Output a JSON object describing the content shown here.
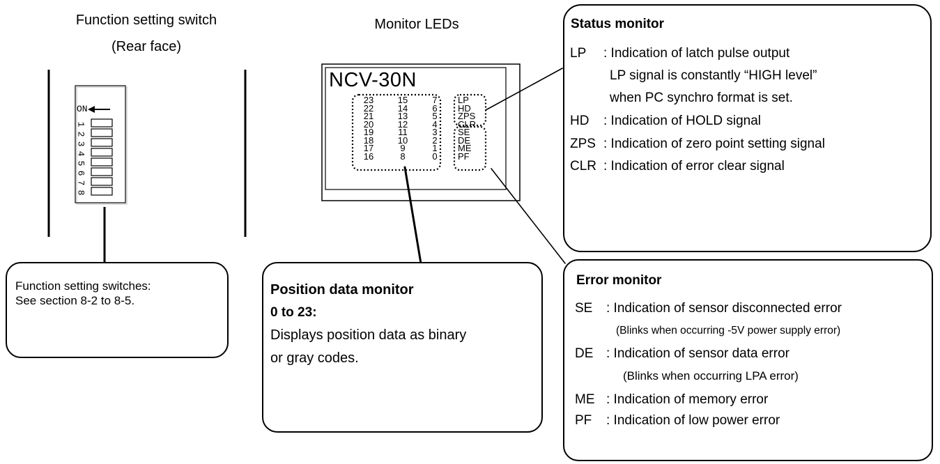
{
  "switch_panel": {
    "title_line1": "Function setting switch",
    "title_line2": "(Rear face)",
    "on_label": "ON",
    "numbers": [
      "1",
      "2",
      "3",
      "4",
      "5",
      "6",
      "7",
      "8"
    ]
  },
  "led_panel": {
    "title": "Monitor LEDs",
    "model": "NCV-30N",
    "col1": [
      "23",
      "22",
      "21",
      "20",
      "19",
      "18",
      "17",
      "16"
    ],
    "col2": [
      "15",
      "14",
      "13",
      "12",
      "11",
      "10",
      "9",
      "8"
    ],
    "col3": [
      "7",
      "6",
      "5",
      "4",
      "3",
      "2",
      "1",
      "0"
    ],
    "status_leds": [
      "LP",
      "HD",
      "ZPS",
      "CLR"
    ],
    "error_leds": [
      "SE",
      "DE",
      "ME",
      "PF"
    ]
  },
  "switch_callout": {
    "line1": "Function setting switches:",
    "line2": "See section 8-2 to 8-5."
  },
  "position_callout": {
    "heading": "Position data monitor",
    "range": "0 to 23:",
    "line1": "Displays position data as binary",
    "line2": "or gray codes."
  },
  "status_callout": {
    "heading": "Status monitor",
    "items": [
      {
        "code": "LP",
        "text": ": Indication of latch pulse output"
      },
      {
        "code": "",
        "text": "LP signal is constantly “HIGH level”"
      },
      {
        "code": "",
        "text": "when PC synchro format is set."
      },
      {
        "code": "HD",
        "text": ": Indication of HOLD signal"
      },
      {
        "code": "ZPS",
        "text": ": Indication of zero point setting signal"
      },
      {
        "code": "CLR",
        "text": ": Indication of error clear signal"
      }
    ]
  },
  "error_callout": {
    "heading": "Error monitor",
    "items": [
      {
        "code": "SE",
        "text": ": Indication of sensor disconnected error"
      },
      {
        "code": "",
        "text": "(Blinks when occurring -5V power supply error)"
      },
      {
        "code": "DE",
        "text": ": Indication of sensor data error"
      },
      {
        "code": "",
        "text": "(Blinks when occurring LPA error)"
      },
      {
        "code": "ME",
        "text": ": Indication of memory error"
      },
      {
        "code": "PF",
        "text": ": Indication of low power error"
      }
    ]
  }
}
